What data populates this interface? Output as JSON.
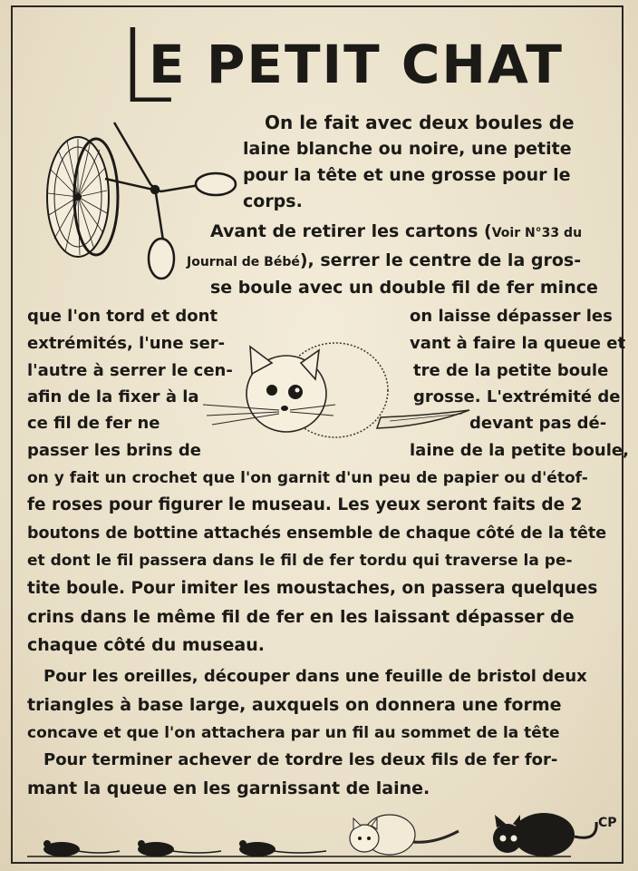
{
  "title": {
    "initial": "L",
    "rest": "E PETIT CHAT"
  },
  "intro": [
    "On le fait avec deux boules de",
    "laine blanche ou noire, une petite",
    "pour la tête et une grosse pour le",
    "corps."
  ],
  "para2": {
    "line1_start": "Avant de retirer les cartons (",
    "line1_ref": "Voir N°33 du",
    "line2_ref": "Journal de Bébé",
    "line2_rest": "), serrer le centre de la gros-",
    "line3": "se boule avec un double fil de fer mince"
  },
  "left_col": [
    "que l'on tord et dont",
    "extrémités, l'une ser-",
    "l'autre à serrer le cen-",
    "afin de la fixer à la",
    "ce fil de fer ne",
    "passer les brins de"
  ],
  "right_col": [
    "on laisse dépasser les",
    "vant à faire la queue et",
    "tre de la petite boule",
    "grosse. L'extrémité de",
    "devant pas dé-",
    "laine de la petite boule,"
  ],
  "body": [
    "on y fait un crochet que l'on garnit d'un peu de papier ou d'étof-",
    "fe roses pour figurer le museau. Les yeux seront faits de 2",
    "boutons de bottine attachés ensemble de chaque côté de la tête",
    "et dont le fil passera dans le fil de fer tordu qui traverse la pe-",
    "tite boule. Pour imiter les moustaches, on passera quelques",
    "crins dans le même fil de fer en les laissant dépasser de",
    "chaque côté du museau."
  ],
  "para4": [
    "Pour les oreilles, découper dans une feuille de bristol deux",
    "triangles à base large, auxquels on donnera une forme",
    "concave et que l'on attachera par un fil au sommet de la tête"
  ],
  "para5": [
    "Pour terminer achever de tordre les deux fils de fer for-",
    "mant la queue en les garnissant de laine."
  ],
  "signature": "CP",
  "illustrations": {
    "top": "pompom-and-scissors-drawing",
    "center": "white-wool-cat-drawing",
    "bottom": "mice-and-cats-border-drawing"
  }
}
